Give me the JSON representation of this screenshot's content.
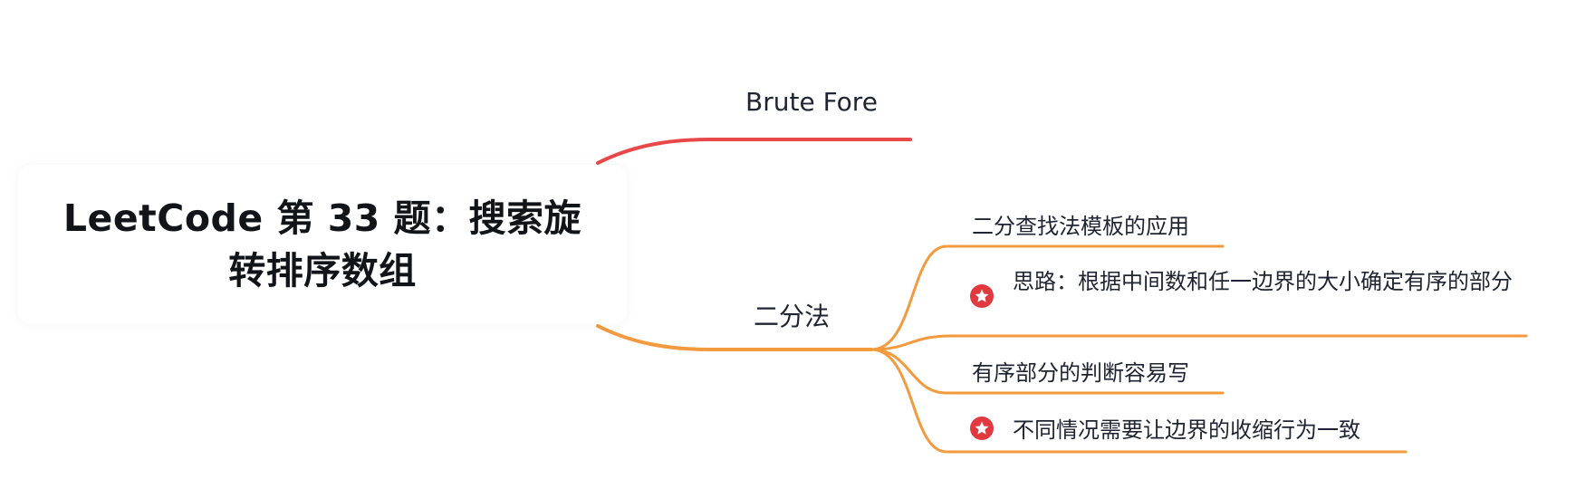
{
  "root": {
    "title": "LeetCode 第 33 题：搜索旋转排序数组"
  },
  "branches": [
    {
      "label": "Brute Fore",
      "color": "#e8484a",
      "children": []
    },
    {
      "label": "二分法",
      "color": "#f39a3e",
      "children": [
        {
          "label": "二分查找法模板的应用",
          "icon": null
        },
        {
          "label": "思路：根据中间数和任一边界的大小确定有序的部分",
          "icon": "star-icon"
        },
        {
          "label": "有序部分的判断容易写",
          "icon": null
        },
        {
          "label": "不同情况需要让边界的收缩行为一致",
          "icon": "star-icon"
        }
      ]
    }
  ]
}
